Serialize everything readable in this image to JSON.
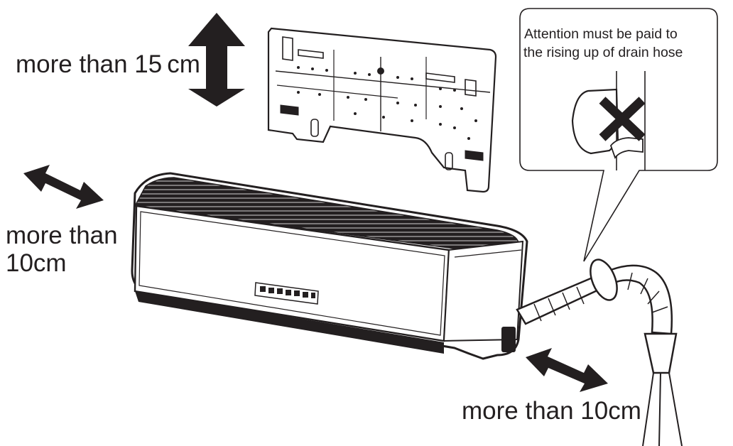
{
  "labels": {
    "top_clearance": "more than 15 cm",
    "left_clearance_line1": "more than",
    "left_clearance_line2": "10cm",
    "bottom_clearance": "more than 10cm"
  },
  "callout": {
    "line1": "Attention must be paid to",
    "line2": "the rising up of drain hose"
  },
  "colors": {
    "ink": "#231f20",
    "background": "#ffffff"
  },
  "icons": [
    "vertical-double-arrow-icon",
    "diagonal-double-arrow-icon",
    "cross-mark-icon"
  ]
}
